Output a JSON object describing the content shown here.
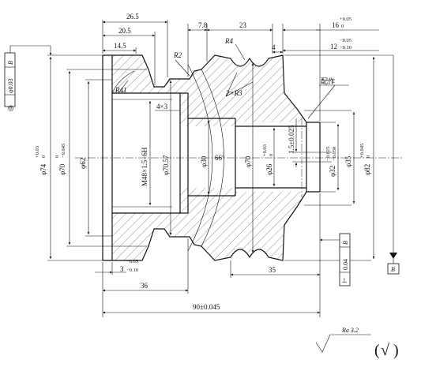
{
  "dimensions": {
    "len_26_5": "26.5",
    "len_20_5": "20.5",
    "len_14_5": "14.5",
    "len_7_8": "7.8",
    "len_23": "23",
    "len_4": "4",
    "len_16": "16",
    "len_16_tol_up": "+0.05",
    "len_16_tol_low": "0",
    "len_12": "12",
    "len_12_tol_up": "−0.05",
    "len_12_tol_low": "−0.10",
    "r2": "R2",
    "r4": "R4",
    "r41": "R41",
    "two_r3": "2×R3",
    "groove_4x3": "4×3",
    "len_3": "3",
    "len_3_tol_up": "−0.05",
    "len_3_tol_low": "−0.10",
    "len_36": "36",
    "len_35": "35",
    "len_90": "90±0.045",
    "angle_66": "66°",
    "thread": "M48×1.5−6H",
    "d74": "φ74",
    "d74_tol_up": "+0.03",
    "d74_tol_low": "0",
    "d70_left": "φ70",
    "d70_left_tol_up": "0",
    "d70_left_tol_low": "−0.045",
    "d62": "φ62",
    "d70_57": "φ70.57",
    "d30": "φ30",
    "d70_mid": "φ70",
    "d26": "φ26",
    "d26_tol_up": "+0.03",
    "d26_tol_low": "0",
    "d32": "φ32",
    "d32_tol_up": "−0.025",
    "d32_tol_low": "−0.050",
    "d35": "φ35",
    "d82": "φ82",
    "d82_tol_up": "+0.045",
    "d82_tol_low": "0",
    "offset_1_5": "1.5±0.025"
  },
  "note_pei_zuo": "配作",
  "gdt": {
    "concentricity_symbol": "◎",
    "concentricity_value": "φ0.03",
    "concentricity_datum": "B",
    "perpendicular_symbol": "⊥",
    "perpendicular_value": "0.04",
    "perpendicular_datum": "B",
    "datum_label": "B"
  },
  "surface_finish": {
    "label": "Ra 3.2",
    "bracket_open": "(",
    "check": "√",
    "bracket_close": ")"
  }
}
